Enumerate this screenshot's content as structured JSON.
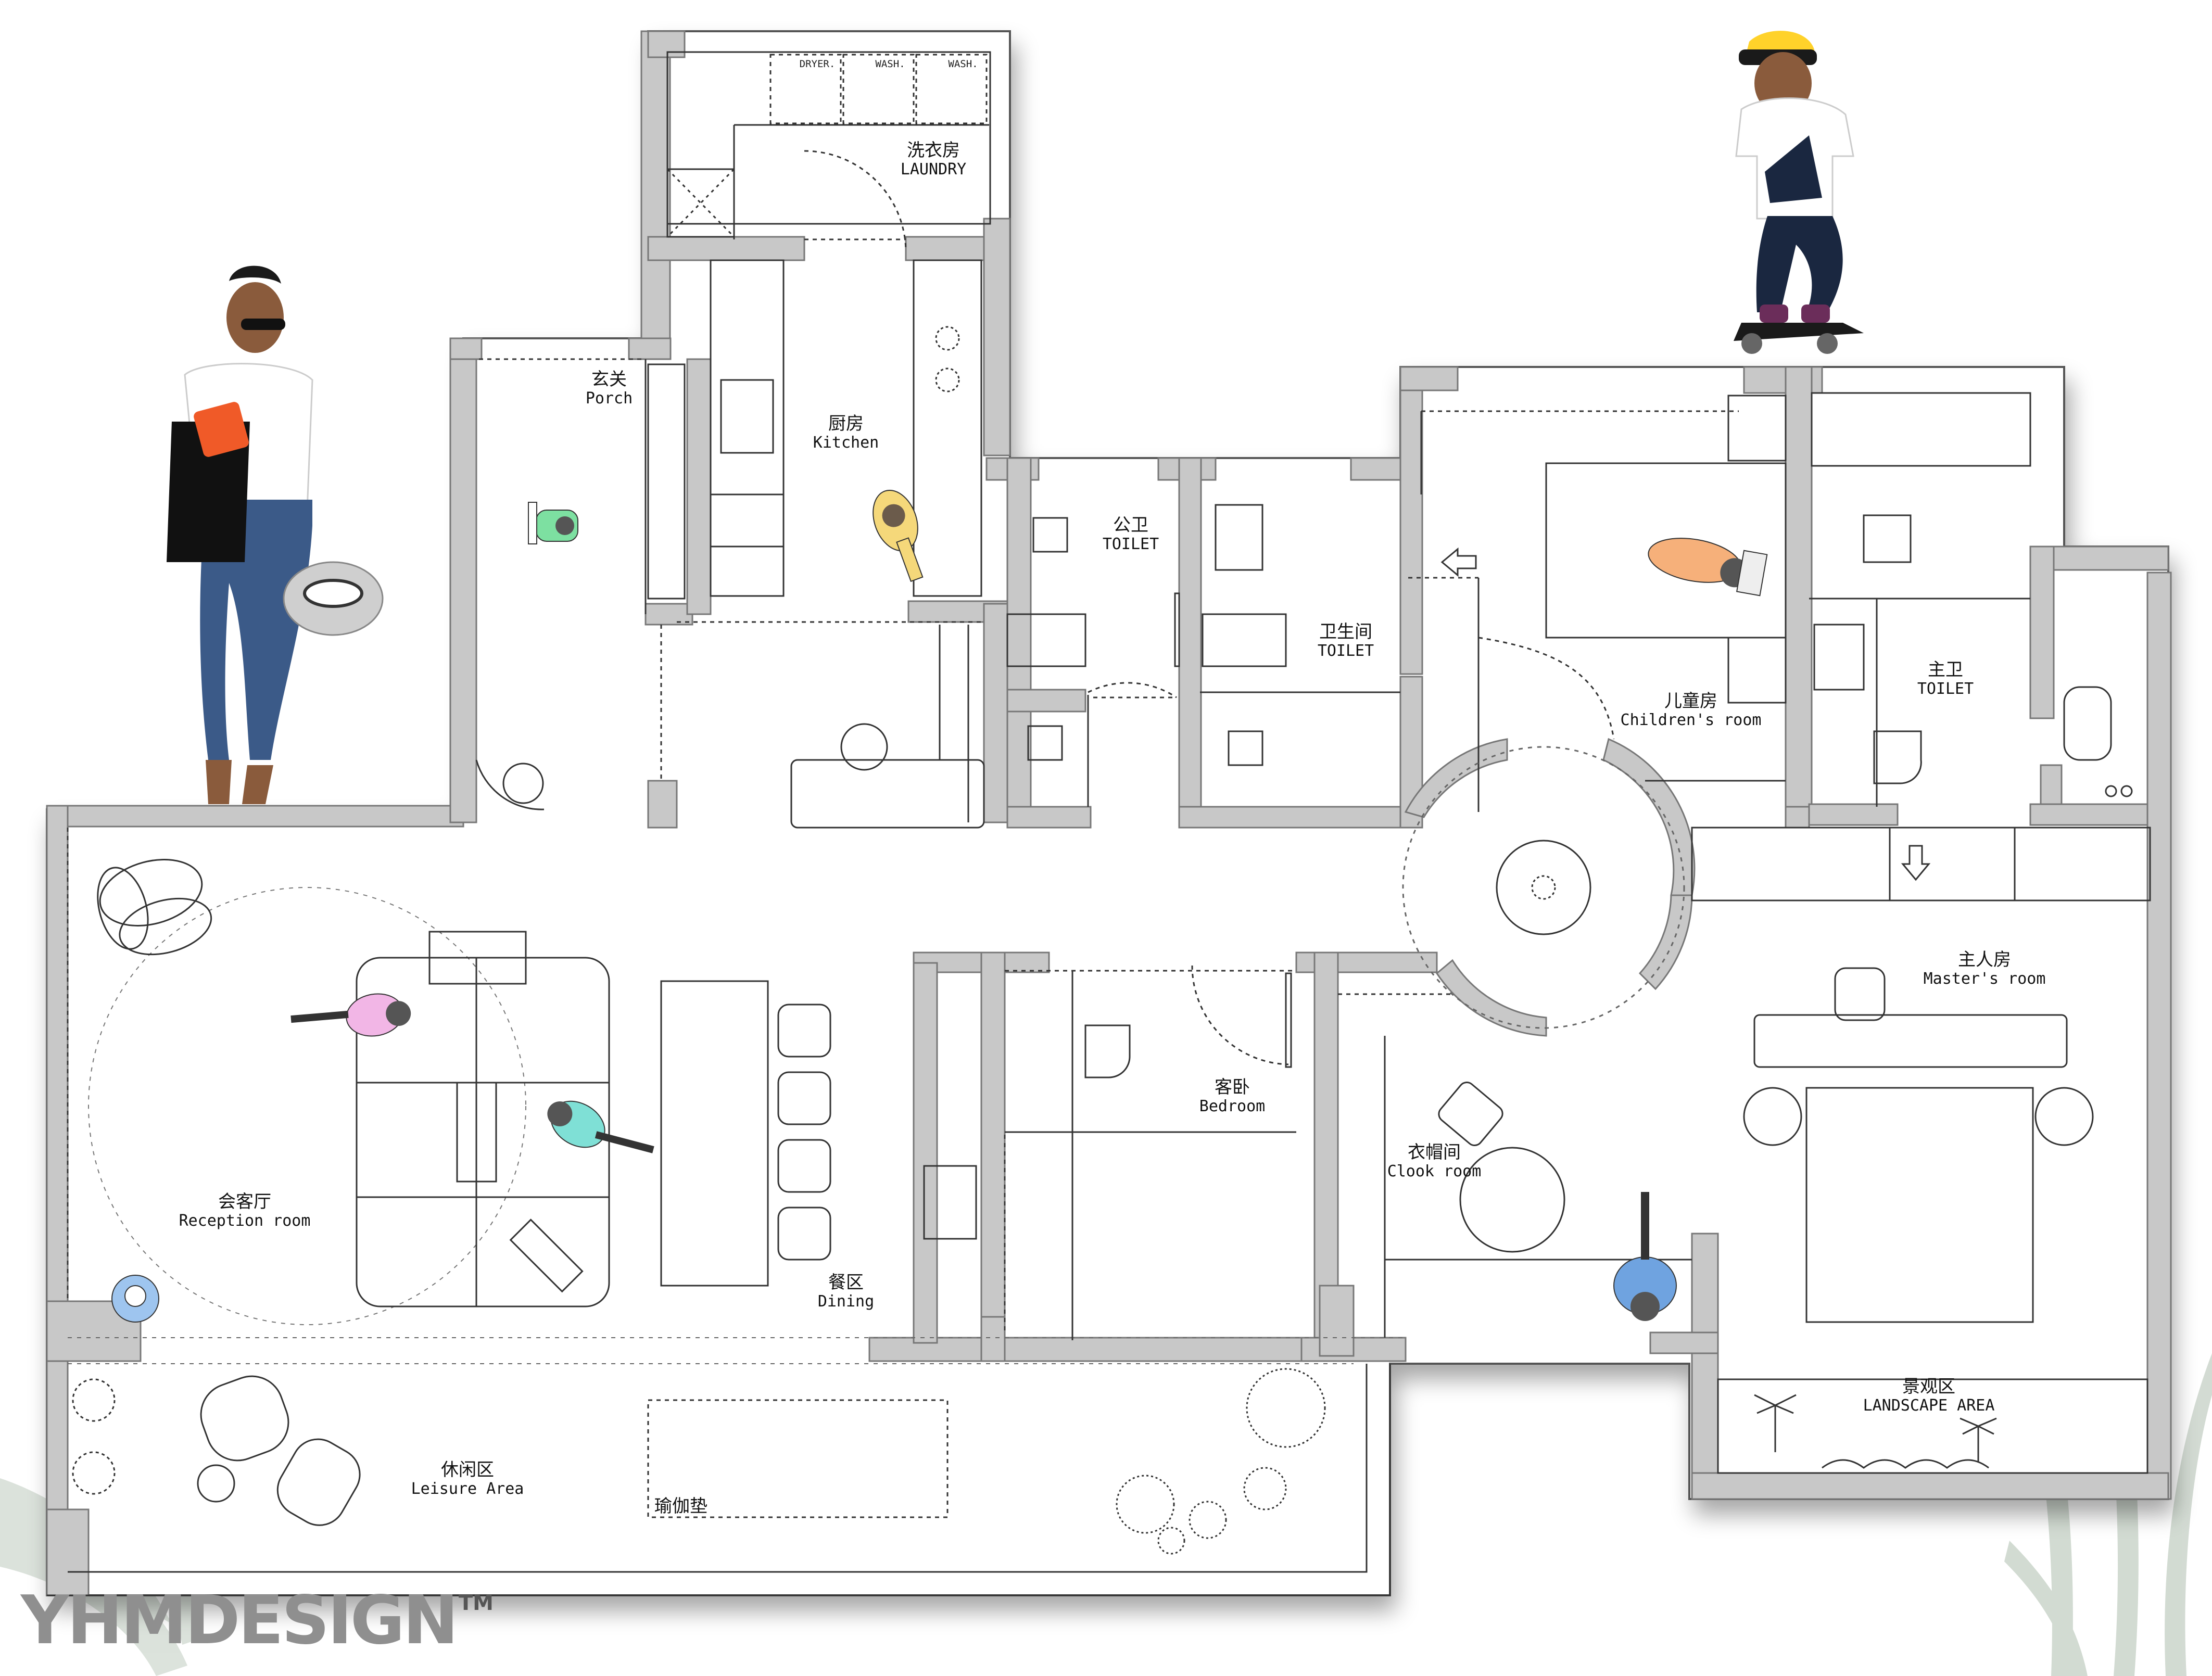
{
  "rooms": {
    "laundry": {
      "cn": "洗衣房",
      "en": "LAUNDRY"
    },
    "porch": {
      "cn": "玄关",
      "en": "Porch"
    },
    "kitchen": {
      "cn": "厨房",
      "en": "Kitchen"
    },
    "public_toilet": {
      "cn": "公卫",
      "en": "TOILET"
    },
    "bathroom": {
      "cn": "卫生间",
      "en": "TOILET"
    },
    "children_room": {
      "cn": "儿童房",
      "en": "Children's room"
    },
    "master_toilet": {
      "cn": "主卫",
      "en": "TOILET"
    },
    "master_room": {
      "cn": "主人房",
      "en": "Master's room"
    },
    "guest_bedroom": {
      "cn": "客卧",
      "en": "Bedroom"
    },
    "cloakroom": {
      "cn": "衣帽间",
      "en": "Clook room"
    },
    "reception": {
      "cn": "会客厅",
      "en": "Reception room"
    },
    "dining": {
      "cn": "餐区",
      "en": "Dining"
    },
    "leisure": {
      "cn": "休闲区",
      "en": "Leisure Area"
    },
    "yoga_mat": {
      "cn": "瑜伽垫"
    },
    "landscape": {
      "cn": "景观区",
      "en": "LANDSCAPE AREA"
    }
  },
  "appliances": {
    "dryer": "DRYER.",
    "washer_1": "WASH.",
    "washer_2": "WASH."
  },
  "brand": {
    "name": "YHMDESIGN",
    "trademark": "TM"
  },
  "colors": {
    "wall": "#c8c8c8",
    "wall_stroke": "#777777",
    "line": "#333333",
    "logo": "#8f8f8f"
  }
}
